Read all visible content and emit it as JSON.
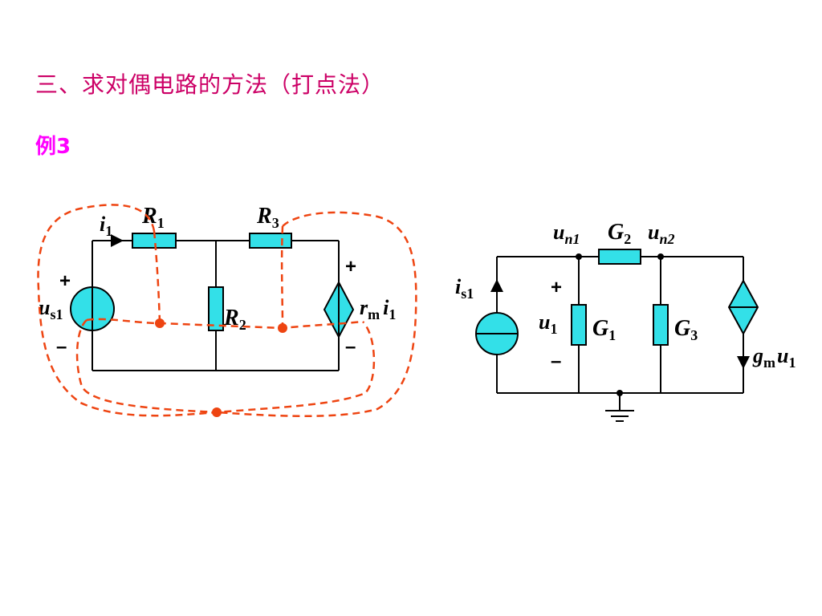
{
  "title": "三、求对偶电路的方法（打点法）",
  "example": "例3",
  "left_circuit": {
    "current": {
      "sym": "i",
      "sub": "1"
    },
    "r1": {
      "sym": "R",
      "sub": "1"
    },
    "r2": {
      "sym": "R",
      "sub": "2"
    },
    "r3": {
      "sym": "R",
      "sub": "3"
    },
    "source": {
      "sym": "u",
      "sub": "s1",
      "plus": "+",
      "minus": "–"
    },
    "ccvs": {
      "sym1": "r",
      "sub1": "m",
      "sym2": "i",
      "sub2": "1",
      "plus": "+",
      "minus": "–"
    }
  },
  "right_circuit": {
    "un1": {
      "sym": "u",
      "sub": "n1"
    },
    "un2": {
      "sym": "u",
      "sub": "n2"
    },
    "g1": {
      "sym": "G",
      "sub": "1"
    },
    "g2": {
      "sym": "G",
      "sub": "2"
    },
    "g3": {
      "sym": "G",
      "sub": "3"
    },
    "is1": {
      "sym": "i",
      "sub": "s1"
    },
    "u1": {
      "sym": "u",
      "sub": "1",
      "plus": "+",
      "minus": "–"
    },
    "vccs": {
      "sym1": "g",
      "sub1": "m",
      "sym2": "u",
      "sub2": "1"
    }
  },
  "colors": {
    "title": "#cc0066",
    "example": "#ff00ff",
    "element_fill": "#33e0e8",
    "dual_lines": "#ee4411",
    "wire": "#000000"
  }
}
